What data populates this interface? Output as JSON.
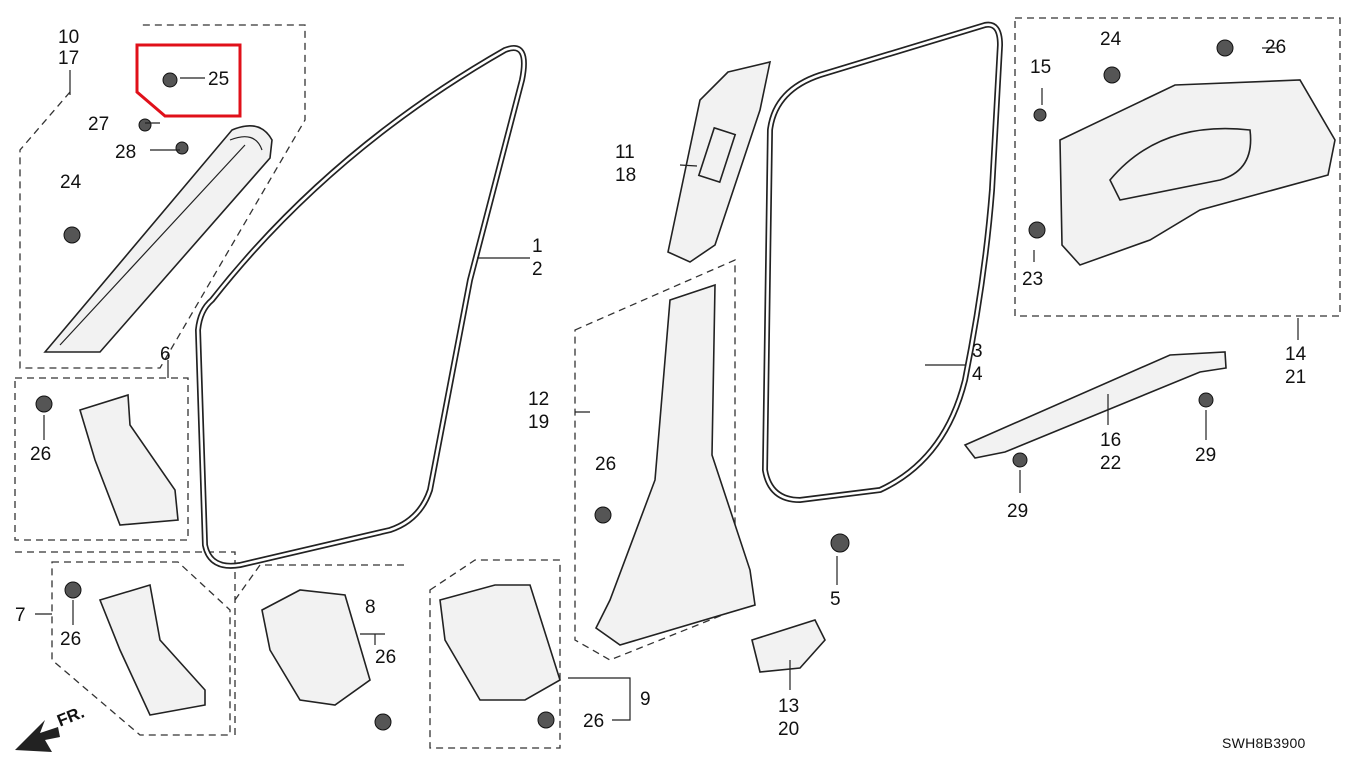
{
  "diagram_code": "SWH8B3900",
  "front_indicator": "FR.",
  "highlight_color": "#e0101a",
  "callouts": [
    {
      "id": "c10-17",
      "lines": [
        "10",
        "17"
      ]
    },
    {
      "id": "c25",
      "lines": [
        "25"
      ]
    },
    {
      "id": "c27",
      "lines": [
        "27"
      ]
    },
    {
      "id": "c28",
      "lines": [
        "28"
      ]
    },
    {
      "id": "c24a",
      "lines": [
        "24"
      ]
    },
    {
      "id": "c1-2",
      "lines": [
        "1",
        "2"
      ]
    },
    {
      "id": "c11-18",
      "lines": [
        "11",
        "18"
      ]
    },
    {
      "id": "c24b",
      "lines": [
        "24"
      ]
    },
    {
      "id": "c15",
      "lines": [
        "15"
      ]
    },
    {
      "id": "c26a",
      "lines": [
        "26"
      ]
    },
    {
      "id": "c23",
      "lines": [
        "23"
      ]
    },
    {
      "id": "c3-4",
      "lines": [
        "3",
        "4"
      ]
    },
    {
      "id": "c14-21",
      "lines": [
        "14",
        "21"
      ]
    },
    {
      "id": "c6",
      "lines": [
        "6"
      ]
    },
    {
      "id": "c26b",
      "lines": [
        "26"
      ]
    },
    {
      "id": "c12-19",
      "lines": [
        "12",
        "19"
      ]
    },
    {
      "id": "c26c",
      "lines": [
        "26"
      ]
    },
    {
      "id": "c16-22",
      "lines": [
        "16",
        "22"
      ]
    },
    {
      "id": "c29a",
      "lines": [
        "29"
      ]
    },
    {
      "id": "c29b",
      "lines": [
        "29"
      ]
    },
    {
      "id": "c5",
      "lines": [
        "5"
      ]
    },
    {
      "id": "c7",
      "lines": [
        "7"
      ]
    },
    {
      "id": "c26d",
      "lines": [
        "26"
      ]
    },
    {
      "id": "c8",
      "lines": [
        "8"
      ]
    },
    {
      "id": "c26e",
      "lines": [
        "26"
      ]
    },
    {
      "id": "c9",
      "lines": [
        "9"
      ]
    },
    {
      "id": "c26f",
      "lines": [
        "26"
      ]
    },
    {
      "id": "c13-20",
      "lines": [
        "13",
        "20"
      ]
    }
  ]
}
